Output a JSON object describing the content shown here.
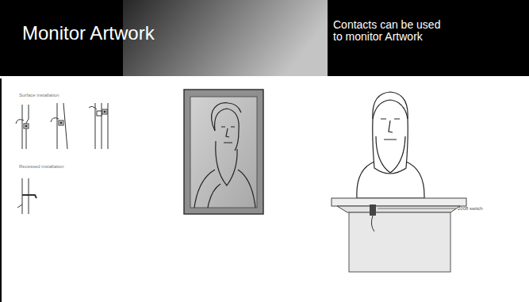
{
  "diagram": {
    "title": "Monitor Artwork",
    "labels": [
      "Contacts can be used to monitor Artwork",
      "Surface installation",
      "Recessed installation",
      "2008 switch"
    ]
  }
}
